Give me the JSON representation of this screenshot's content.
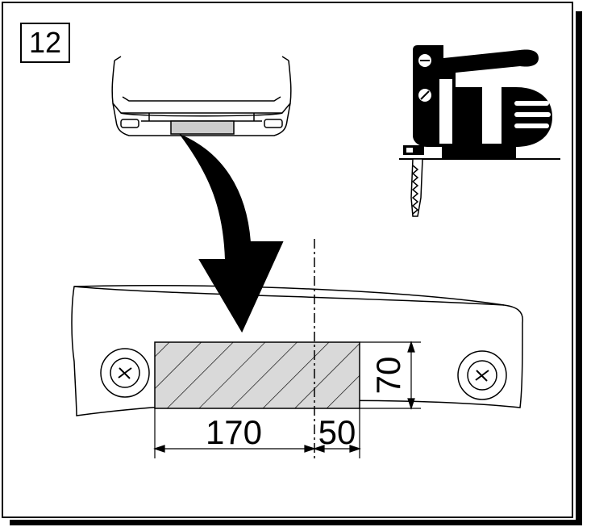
{
  "step": {
    "number": "12"
  },
  "dimensions": {
    "width_left": "170",
    "width_right": "50",
    "height": "70"
  },
  "icons": {
    "car": "car-rear-bumper-icon",
    "saw": "jigsaw-icon",
    "arrow": "curved-arrow-icon",
    "bolt": "bolt-icon"
  },
  "colors": {
    "line": "#000000",
    "hatch_fill": "#d9d9d9",
    "background": "#ffffff"
  }
}
